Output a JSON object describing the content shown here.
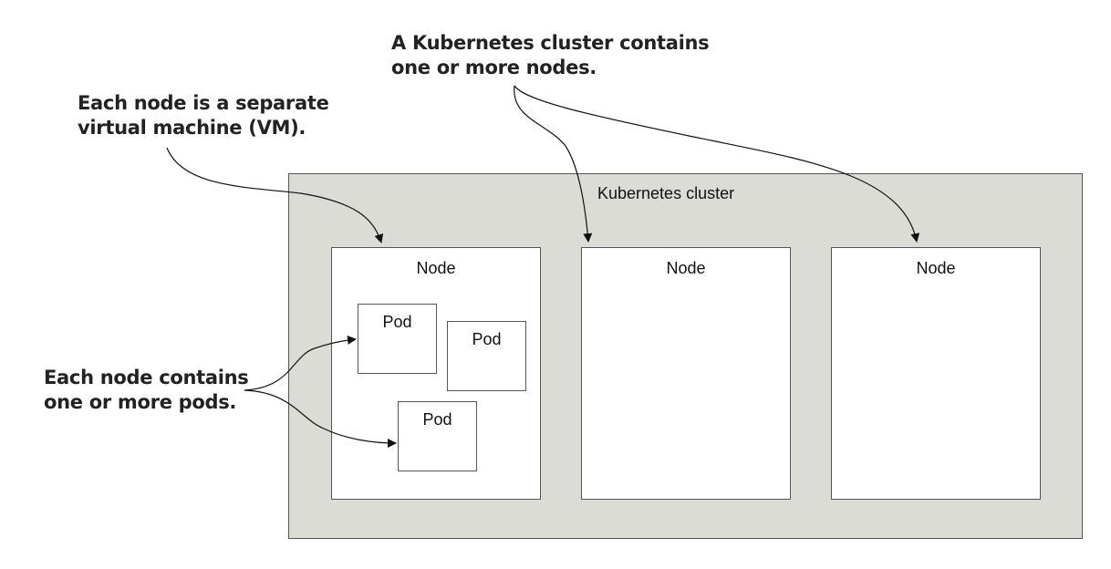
{
  "callouts": {
    "cluster_note": [
      "A Kubernetes cluster contains",
      "one or more nodes."
    ],
    "node_note": [
      "Each node is a separate",
      "virtual machine (VM)."
    ],
    "pod_note": [
      "Each node contains",
      "one or more pods."
    ]
  },
  "cluster": {
    "label": "Kubernetes cluster",
    "nodes": [
      {
        "label": "Node",
        "pods": [
          "Pod",
          "Pod",
          "Pod"
        ]
      },
      {
        "label": "Node",
        "pods": []
      },
      {
        "label": "Node",
        "pods": []
      }
    ]
  },
  "colors": {
    "cluster_fill": "#dcdcd6",
    "border": "#555555",
    "text": "#222222"
  }
}
